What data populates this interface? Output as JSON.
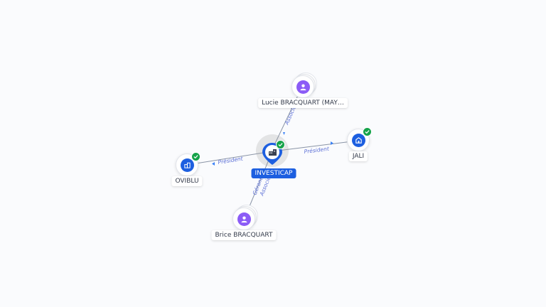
{
  "nodes": {
    "center": {
      "label": "INVESTICAP",
      "icon": "building-icon"
    },
    "top": {
      "label": "Lucie BRACQUART (MAY…",
      "icon": "person-icon"
    },
    "right": {
      "label": "JALI",
      "icon": "building-icon"
    },
    "left": {
      "label": "OVIBLU",
      "icon": "building-icon"
    },
    "bottom": {
      "label": "Brice BRACQUART",
      "icon": "person-icon"
    }
  },
  "edges": {
    "top": "Associé",
    "right": "Président",
    "left": "Président",
    "bottom_1": "Gérant",
    "bottom_2": "Associé"
  },
  "colors": {
    "company": "#1d5fe0",
    "person": "#8b5cf6",
    "verified": "#16a34a",
    "edge_label": "#5b6fd6"
  }
}
